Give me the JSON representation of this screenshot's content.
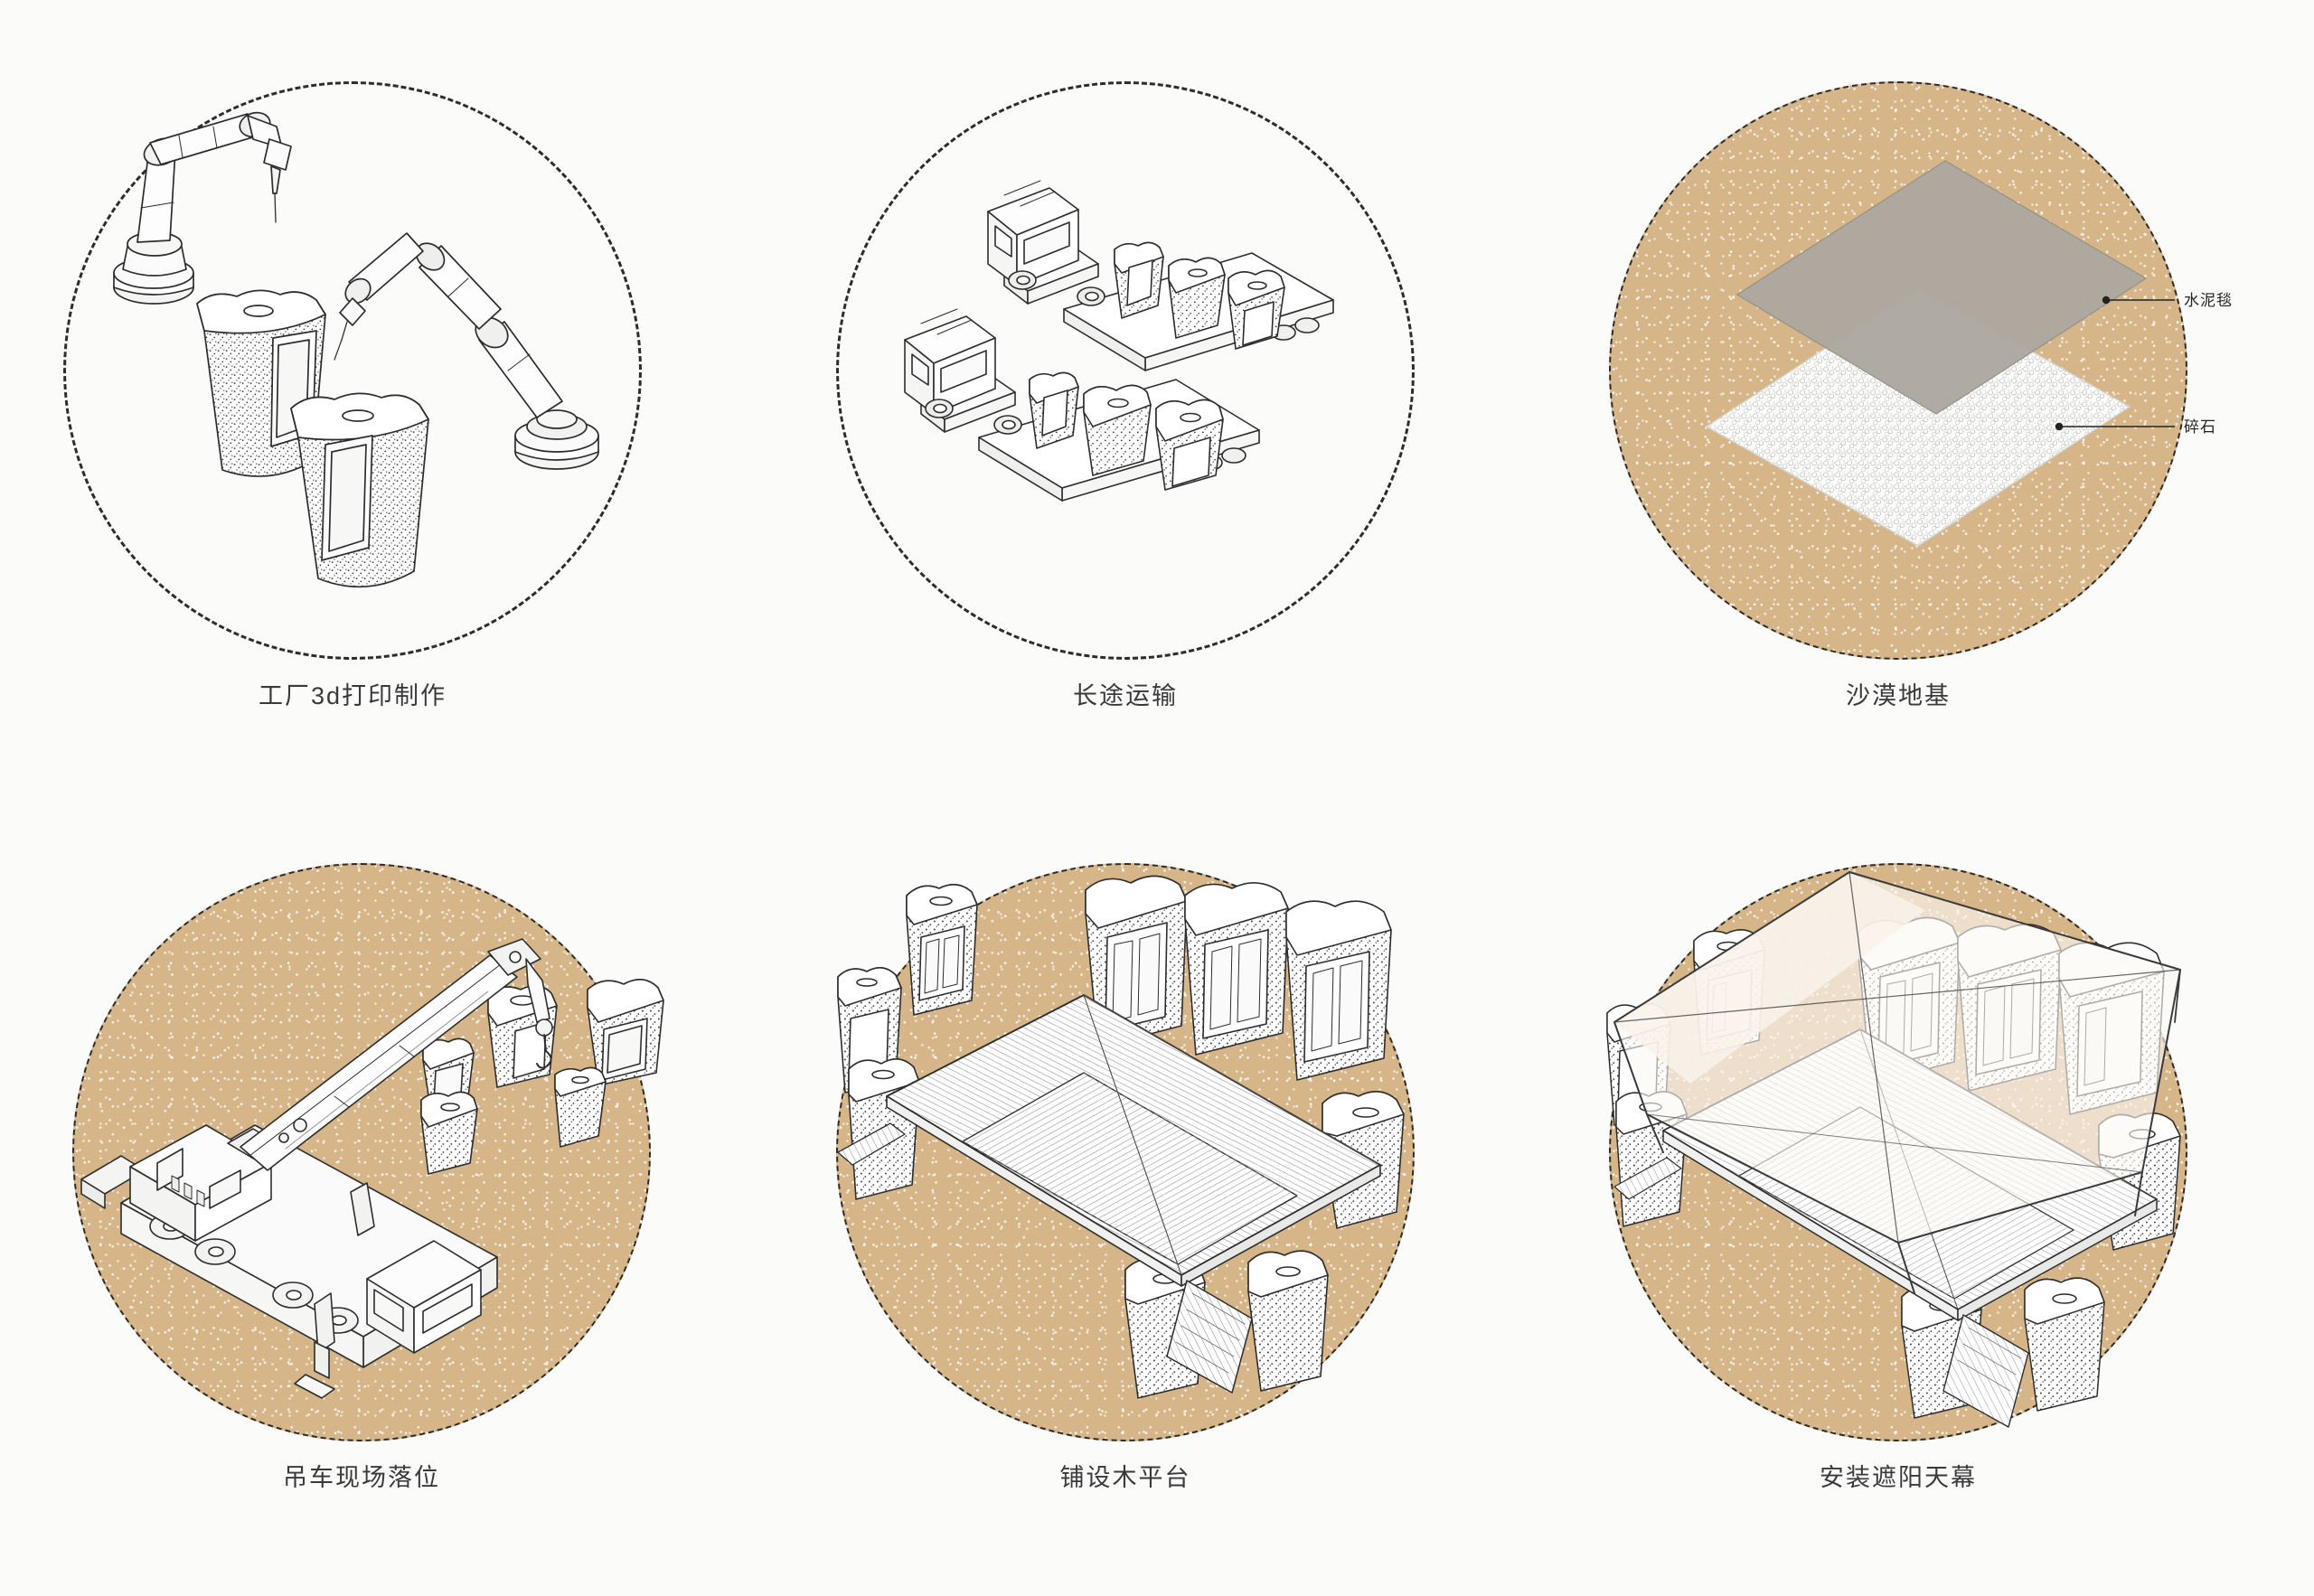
{
  "document": {
    "type": "construction-process-diagram",
    "background_color": "#fbfbfa",
    "sand_color": "#d6b689",
    "line_color": "#2d2d2d",
    "cement_color": "#a8a49b",
    "gravel_color": "#f2f2f0",
    "canopy_color": "#f6f2ee",
    "grid": {
      "columns": 3,
      "rows": 2
    }
  },
  "steps": [
    {
      "index": "1",
      "caption": "工厂3d打印制作",
      "scene": "factory-3d-printing",
      "circle_style": "dashed-outline",
      "elements": [
        "robot-arm-left",
        "robot-arm-right",
        "printed-module-a",
        "printed-module-b",
        "print-nozzle"
      ]
    },
    {
      "index": "2",
      "caption": "长途运输",
      "scene": "long-distance-transport",
      "circle_style": "dashed-outline",
      "elements": [
        "flatbed-truck-upper",
        "flatbed-truck-lower",
        "module-cargo"
      ]
    },
    {
      "index": "3",
      "caption": "沙漠地基",
      "scene": "desert-foundation",
      "circle_style": "sand-fill",
      "elements": [
        "cement-blanket-sheet",
        "gravel-bed"
      ],
      "annotations": [
        {
          "label": "水泥毯",
          "target": "cement-blanket-sheet"
        },
        {
          "label": "碎石",
          "target": "gravel-bed"
        }
      ]
    },
    {
      "index": "4",
      "caption": "吊车现场落位",
      "scene": "crane-placement",
      "circle_style": "sand-fill",
      "elements": [
        "mobile-crane",
        "telescopic-boom",
        "hook-block",
        "suspended-module",
        "placed-modules"
      ]
    },
    {
      "index": "5",
      "caption": "铺设木平台",
      "scene": "wood-deck-installation",
      "circle_style": "sand-fill",
      "elements": [
        "wood-deck",
        "deck-stairs",
        "module-ring"
      ]
    },
    {
      "index": "6",
      "caption": "安装遮阳天幕",
      "scene": "sunshade-canopy-installation",
      "circle_style": "sand-fill",
      "elements": [
        "tensile-canopy",
        "canopy-mast",
        "wood-deck",
        "module-ring"
      ]
    }
  ]
}
